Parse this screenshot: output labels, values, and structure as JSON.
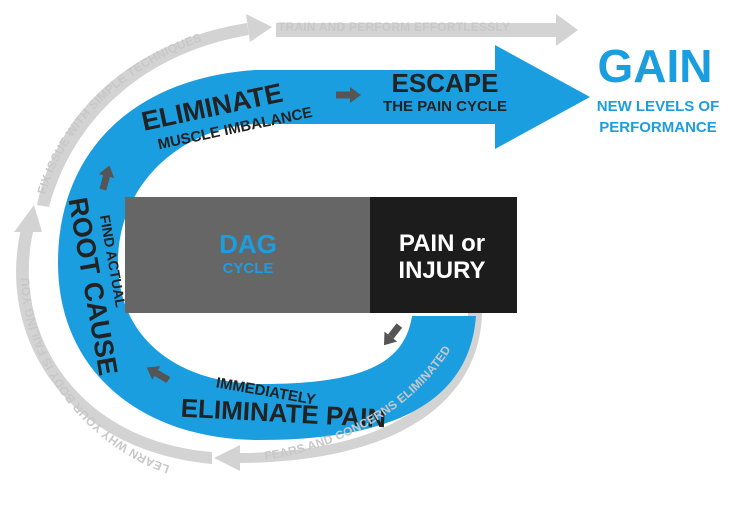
{
  "colors": {
    "blue": "#1b9ee0",
    "dark": "#222222",
    "gray_box": "#666666",
    "black_box": "#1c1c1c",
    "outer_arrow": "#d3d3d3",
    "step_arrow": "#555555"
  },
  "center": {
    "dag": "DAG",
    "cycle": "CYCLE",
    "pain_or": "PAIN or",
    "injury": "INJURY"
  },
  "steps": {
    "immediately": "IMMEDIATELY",
    "eliminate_pain": "ELIMINATE PAIN",
    "find_actual": "FIND ACTUAL",
    "root_cause": "ROOT CAUSE",
    "eliminate": "ELIMINATE",
    "muscle_imbalance": "MUSCLE IMBALANCE",
    "escape": "ESCAPE",
    "the_pain_cycle": "THE PAIN CYCLE"
  },
  "result": {
    "gain": "GAIN",
    "line1": "NEW LEVELS OF",
    "line2": "PERFORMANCE"
  },
  "outer": {
    "fears": "FEARS AND CONCERNS ELIMINATED",
    "learn": "LEARN WHY YOUR BODY IS FAILING YOU",
    "fix": "FIX ISSUE WITH SIMPLE TECHNIQUES",
    "train": "TRAIN AND PERFORM EFFORTLESSLY"
  }
}
